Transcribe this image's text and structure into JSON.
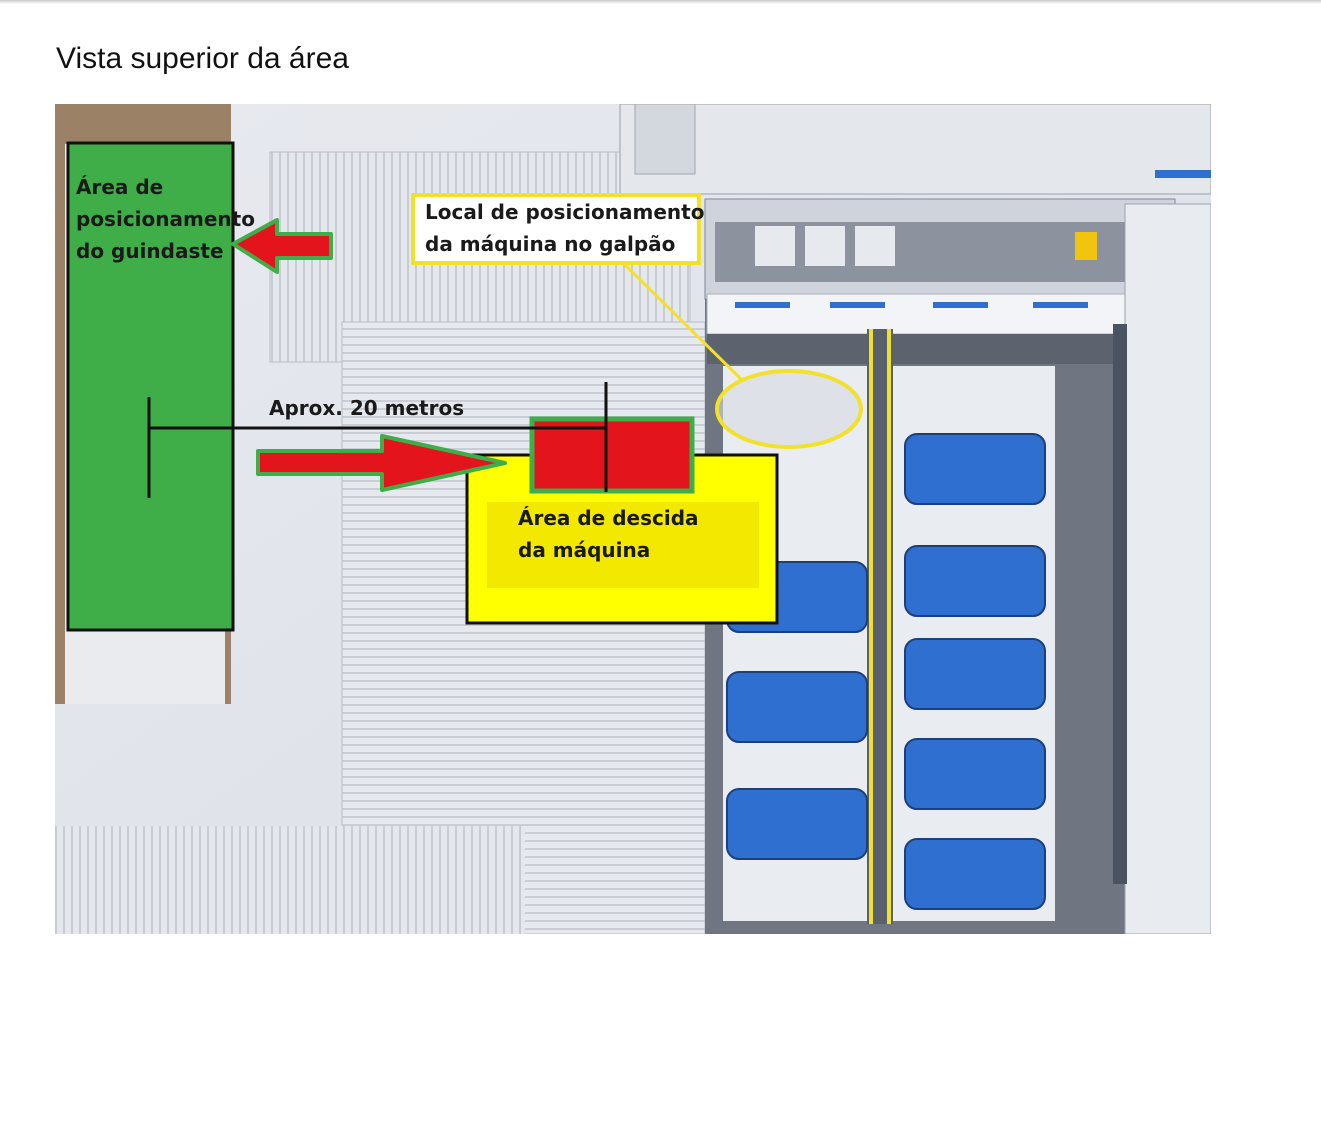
{
  "page": {
    "title": "Vista superior da área"
  },
  "diagram": {
    "labels": {
      "crane_area_line1": "Área de",
      "crane_area_line2": "posicionamento",
      "crane_area_line3": "do guindaste",
      "machine_location_line1": "Local de posicionamento",
      "machine_location_line2": "da máquina no galpão",
      "distance": "Aprox. 20 metros",
      "descent_area_line1": "Área de descida",
      "descent_area_line2": "da máquina"
    },
    "colors": {
      "crane_area": "#3fae49",
      "descent_area": "#ffff00",
      "drop_zone": "#e3141c",
      "arrow": "#e3141c",
      "arrow_outline": "#3fae49",
      "callout_outline": "#f2e12a",
      "machines": "#2f6fd0"
    }
  }
}
